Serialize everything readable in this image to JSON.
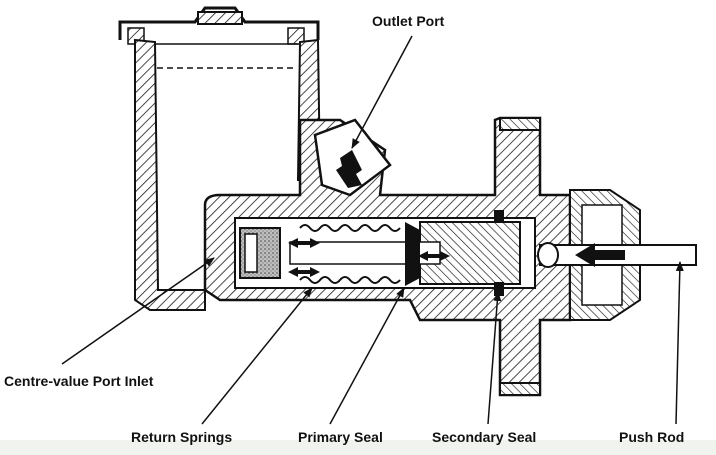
{
  "labels": {
    "outlet_port": "Outlet Port",
    "centre_value_port_inlet": "Centre-value Port Inlet",
    "return_springs": "Return Springs",
    "primary_seal": "Primary Seal",
    "secondary_seal": "Secondary Seal",
    "push_rod": "Push Rod"
  },
  "colors": {
    "line": "#111111",
    "hatch": "#1a1a1a",
    "background": "#ffffff"
  }
}
